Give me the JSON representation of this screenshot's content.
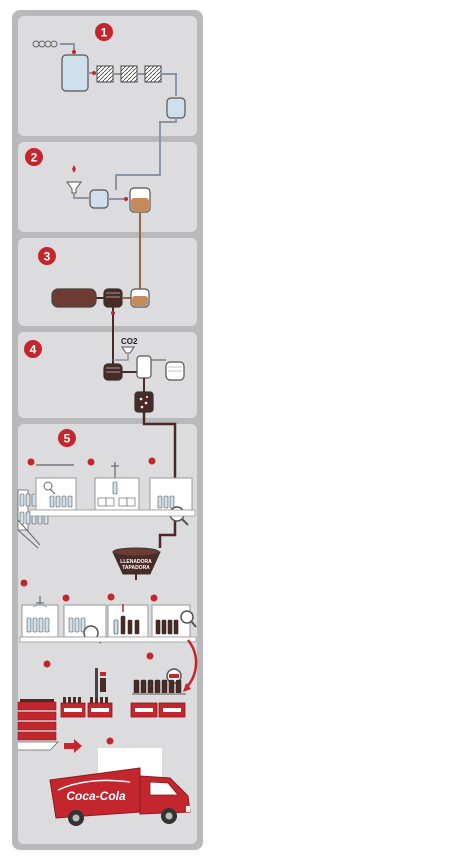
{
  "colors": {
    "outer_panel": "#b9b9bb",
    "inner_panel": "#dcdcde",
    "accent_red": "#c4262e",
    "pipe_water": "#8a96a8",
    "pipe_syrup": "#a0663a",
    "pipe_beverage": "#4a2a26",
    "bottle": "#cfe0ec",
    "truck": "#c4262e"
  },
  "stages": [
    {
      "number": "1",
      "icon": "water-treatment-icon"
    },
    {
      "number": "2",
      "icon": "syrup-mixing-icon"
    },
    {
      "number": "3",
      "icon": "beverage-mixing-icon"
    },
    {
      "number": "4",
      "icon": "carbonation-icon"
    },
    {
      "number": "5",
      "icon": "bottling-line-icon"
    }
  ],
  "labels": {
    "co2": "CO2",
    "filler_line1": "LLENADORA",
    "filler_line2": "TAPADORA",
    "brand": "Coca-Cola"
  }
}
